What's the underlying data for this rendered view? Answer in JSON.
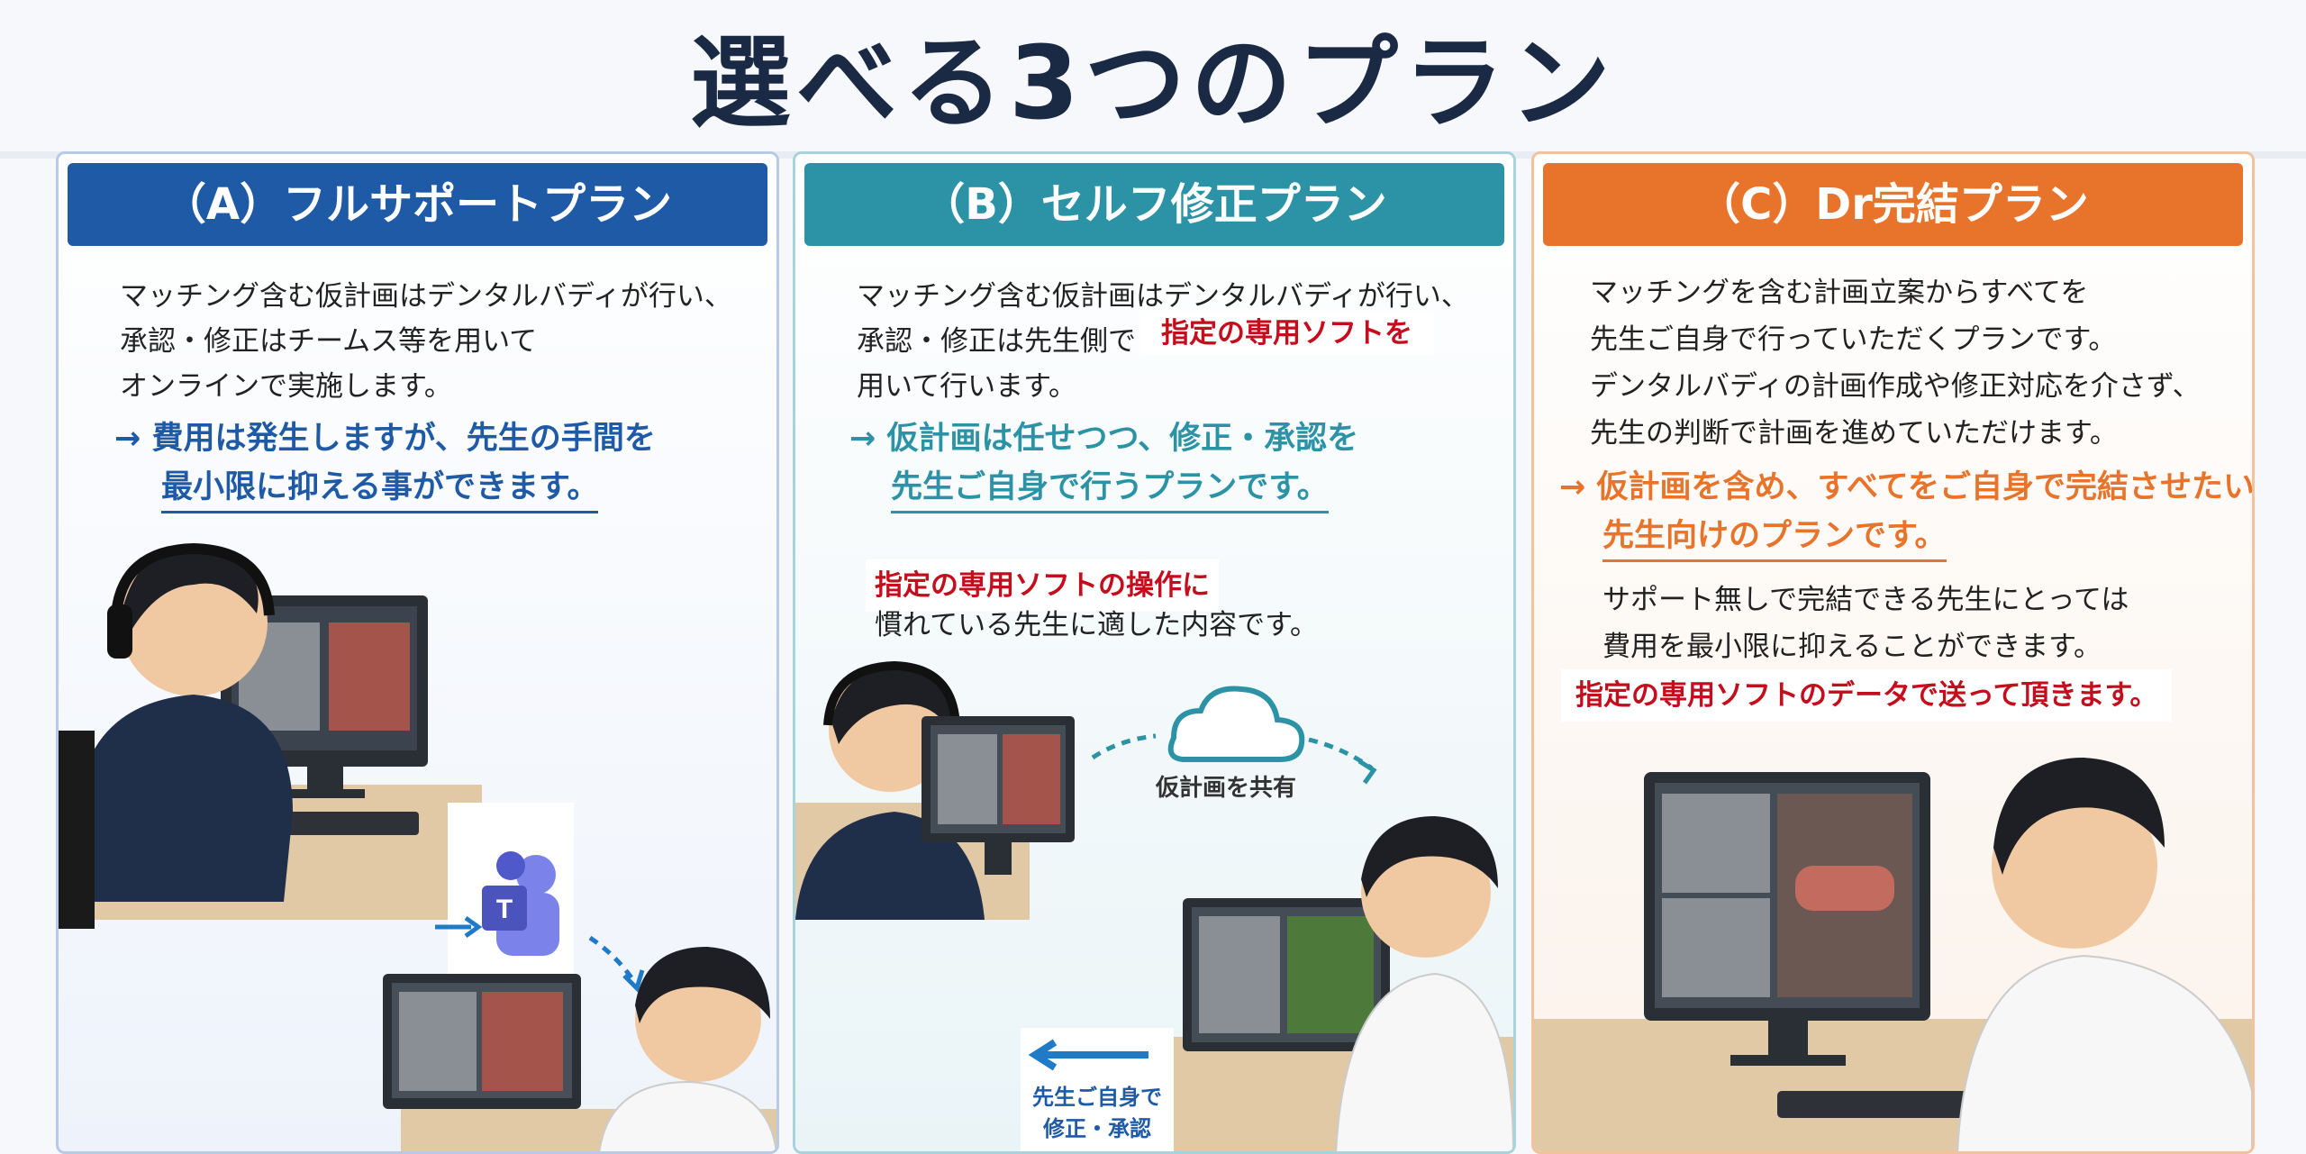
{
  "page": {
    "title": "選べる3つのプラン"
  },
  "plan_a": {
    "header": "（A）フルサポートプラン",
    "lines": [
      "マッチング含む仮計画はデンタルバディが行い、",
      "承認・修正はチームス等を用いて",
      "オンラインで実施します。"
    ],
    "accent_lines": [
      "→ 費用は発生しますが、先生の手間を",
      "最小限に抑える事ができます。"
    ]
  },
  "plan_b": {
    "header": "（B）セルフ修正プラン",
    "lines": [
      "マッチング含む仮計画はデンタルバディが行い、",
      "承認・修正は先生側で",
      "用いて行います。"
    ],
    "inline_note": "指定の専用ソフトを",
    "accent_lines": [
      "→ 仮計画は任せつつ、修正・承認を",
      "先生ご自身で行うプランです。"
    ],
    "red_note": "指定の専用ソフトの操作に",
    "after_note": "慣れている先生に適した内容です。",
    "share_label": "仮計画を共有",
    "self_label_1": "先生ご自身で",
    "self_label_2": "修正・承認"
  },
  "plan_c": {
    "header": "（C）Dr完結プラン",
    "lines": [
      "マッチングを含む計画立案からすべてを",
      "先生ご自身で行っていただくプランです。",
      "デンタルバディの計画作成や修正対応を介さず、",
      "先生の判断で計画を進めていただけます。"
    ],
    "accent_lines": [
      "→ 仮計画を含め、すべてをご自身で完結させたい",
      "先生向けのプランです。"
    ],
    "plain_lines": [
      "サポート無しで完結できる先生にとっては",
      "費用を最小限に抑えることができます。"
    ],
    "red_note": "指定の専用ソフトのデータで送って頂きます。"
  },
  "colors": {
    "plan_a": "#1f5aa6",
    "plan_b": "#2b93a5",
    "plan_c": "#e8742b",
    "red_note": "#c40d1d"
  },
  "icons": {
    "teams": "teams-icon",
    "cloud": "cloud-icon",
    "arrow": "arrow-icon"
  }
}
